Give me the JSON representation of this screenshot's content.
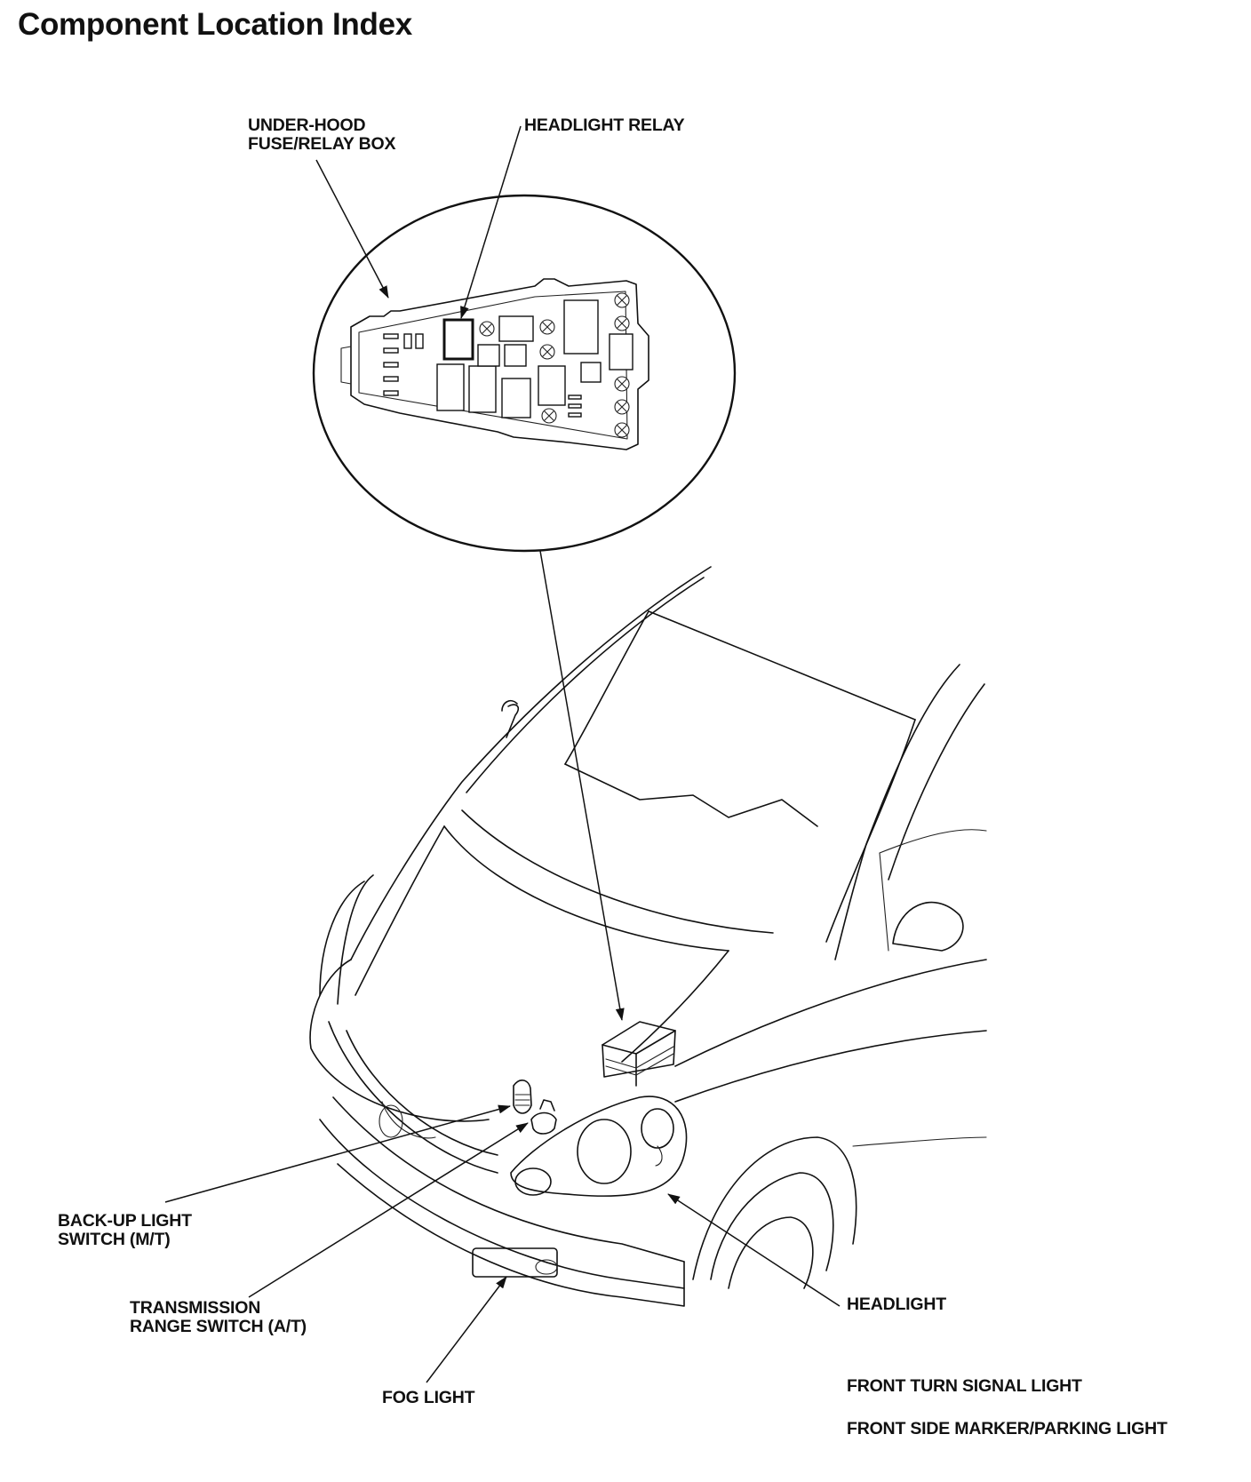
{
  "title": "Component Location Index",
  "labels": {
    "under_hood_box": [
      "UNDER-HOOD",
      "FUSE/RELAY BOX"
    ],
    "headlight_relay": "HEADLIGHT RELAY",
    "backup_switch": [
      "BACK-UP LIGHT",
      "SWITCH (M/T)"
    ],
    "trans_range_switch": [
      "TRANSMISSION",
      "RANGE SWITCH (A/T)"
    ],
    "fog_light": "FOG LIGHT",
    "headlight": "HEADLIGHT",
    "front_turn_signal": "FRONT TURN SIGNAL LIGHT",
    "front_side_marker": "FRONT SIDE MARKER/PARKING LIGHT"
  }
}
